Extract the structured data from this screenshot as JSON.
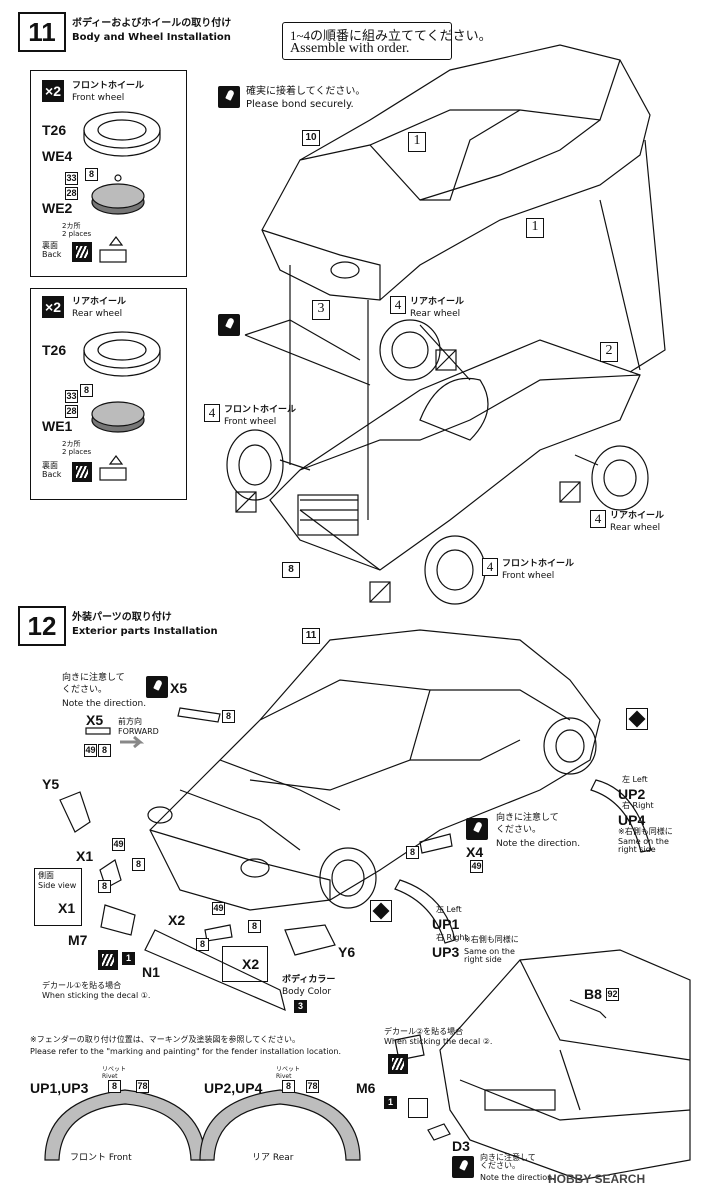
{
  "step11": {
    "number": "11",
    "title_jp": "ボディーおよびホイールの取り付け",
    "title_en": "Body and Wheel Installation",
    "order_jp": "1~4の順番に組み立ててください。",
    "order_en": "Assemble with order.",
    "bond_jp": "確実に接着してください。",
    "bond_en": "Please bond securely.",
    "front_panel": {
      "qty": "×2",
      "label_jp": "フロントホイール",
      "label_en": "Front wheel",
      "parts": [
        "T26",
        "WE4",
        "WE2"
      ],
      "nums": [
        "8",
        "33",
        "28"
      ],
      "places_jp": "2カ所",
      "places_en": "2 places",
      "back_jp": "裏面",
      "back_en": "Back"
    },
    "rear_panel": {
      "qty": "×2",
      "label_jp": "リアホイール",
      "label_en": "Rear wheel",
      "parts": [
        "T26",
        "WE1"
      ],
      "nums": [
        "8",
        "33",
        "28"
      ],
      "places_jp": "2カ所",
      "places_en": "2 places",
      "back_jp": "裏面",
      "back_en": "Back"
    },
    "callouts": {
      "c10": "10",
      "c8": "8",
      "order1a": "1",
      "order1b": "1",
      "order2": "2",
      "order3": "3",
      "order4": "4",
      "rear_wheel_jp": "リアホイール",
      "rear_wheel_en": "Rear wheel",
      "front_wheel_jp": "フロントホイール",
      "front_wheel_en": "Front wheel"
    }
  },
  "step12": {
    "number": "12",
    "title_jp": "外装パーツの取り付け",
    "title_en": "Exterior parts Installation",
    "c11": "11",
    "direction_jp": "向きに注意して\nください。",
    "direction_en": "Note the direction.",
    "x5": "X5",
    "forward_jp": "前方向",
    "forward_en": "FORWARD",
    "n49": "49",
    "n8": "8",
    "n3": "3",
    "n1": "1",
    "n78": "78",
    "n92": "92",
    "y5": "Y5",
    "y6": "Y6",
    "x1": "X1",
    "x2": "X2",
    "x4": "X4",
    "m7": "M7",
    "m6": "M6",
    "n1part": "N1",
    "b8": "B8",
    "d3": "D3",
    "side_view_jp": "側面",
    "side_view_en": "Side view",
    "decal1_jp": "デカール①を貼る場合",
    "decal1_en": "When sticking the decal ①.",
    "decal2_jp": "デカール②を貼る場合",
    "decal2_en": "When sticking the decal ②.",
    "body_color_jp": "ボディカラー",
    "body_color_en": "Body Color",
    "left_jp": "左 Left",
    "right_jp": "右 Right",
    "up1": "UP1",
    "up3": "UP3",
    "up2": "UP2",
    "up4": "UP4",
    "same_right_jp": "※右側も同様に",
    "same_right_en": "Same on the\nright side",
    "fender_note_jp": "※フェンダーの取り付け位置は、マーキング及塗装図を参照してください。",
    "fender_note_en": "Please refer to the \"marking and painting\" for the fender installation location.",
    "fender_front_label": "UP1,UP3",
    "fender_rear_label": "UP2,UP4",
    "rivet_jp": "リベット",
    "rivet_en": "Rivet",
    "front_caption": "フロント Front",
    "rear_caption": "リア Rear"
  },
  "watermark": "HOBBY SEARCH"
}
